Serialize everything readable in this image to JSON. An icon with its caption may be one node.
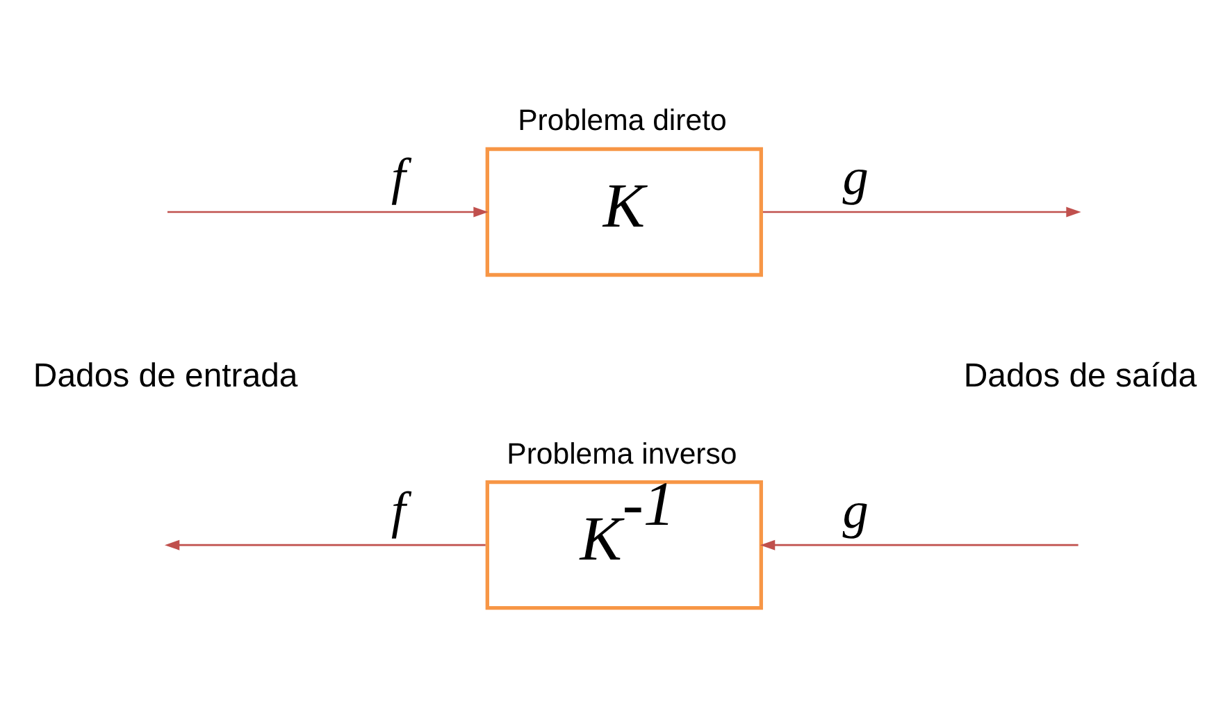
{
  "diagram": {
    "nodes": [
      {
        "text": [
          "Problema direto",
          "K"
        ]
      },
      {
        "text": [
          "Problema inverso",
          "K$^{-1}$"
        ]
      }
    ],
    "edges": [
      {
        "from": null,
        "to": 0,
        "arrow": "to",
        "label": "f"
      },
      {
        "from": 0,
        "to": null,
        "arrow": "to",
        "label": "g"
      },
      {
        "from": 1,
        "to": null,
        "arrow": "to",
        "label": "f"
      },
      {
        "from": null,
        "to": 1,
        "arrow": "to",
        "label": "g"
      }
    ],
    "labels": [
      "Dados de entrada",
      "Dados de saída"
    ]
  }
}
